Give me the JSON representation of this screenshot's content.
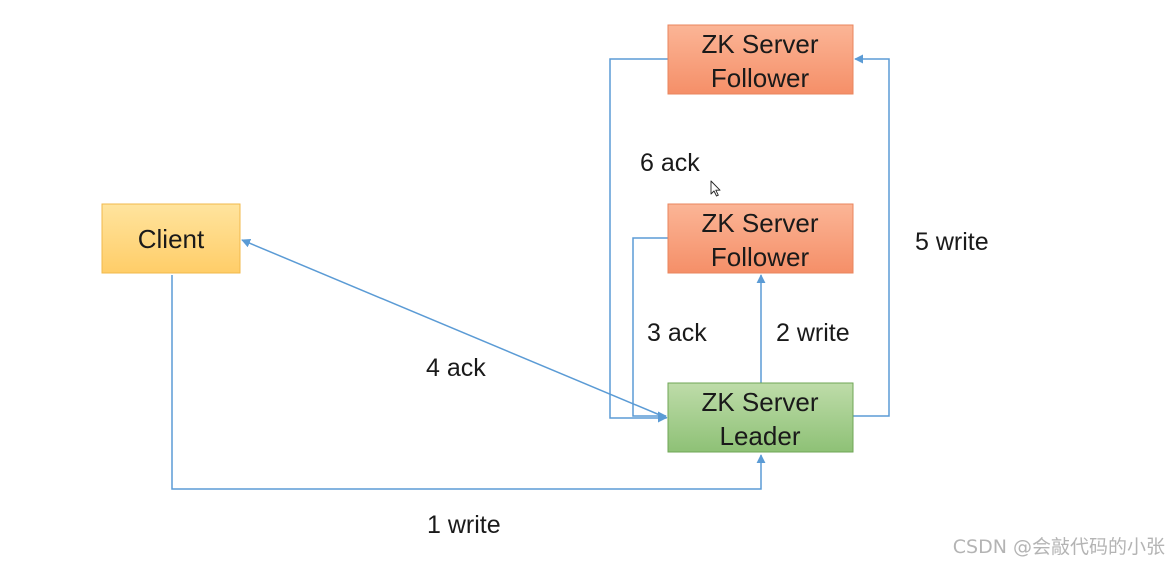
{
  "colors": {
    "edge": "#5b9bd5",
    "client_fill": "#ffd780",
    "client_stroke": "#f2b84b",
    "follower_fill": "#f8a07c",
    "follower_stroke": "#e9855d",
    "leader_fill": "#a6cd8f",
    "leader_stroke": "#6fa656"
  },
  "nodes": {
    "client": {
      "label": "Client"
    },
    "follower_top": {
      "line1": "ZK Server",
      "line2": "Follower"
    },
    "follower_mid": {
      "line1": "ZK Server",
      "line2": "Follower"
    },
    "leader": {
      "line1": "ZK Server",
      "line2": "Leader"
    }
  },
  "edges": {
    "write_1": "1 write",
    "write_2": "2 write",
    "ack_3": "3 ack",
    "ack_4": "4 ack",
    "write_5": "5 write",
    "ack_6": "6 ack"
  },
  "watermark": "CSDN @会敲代码的小张"
}
